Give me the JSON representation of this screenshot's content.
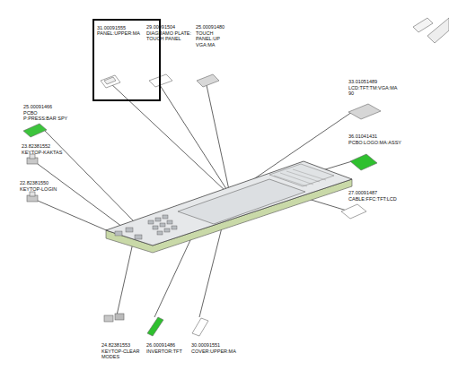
{
  "diagram": {
    "nodes": [
      {
        "text": [
          "31.00091555",
          "PANEL:UPPER:MA"
        ]
      }
    ],
    "labels": [
      "29.00091504",
      "DIAGRAMO PLATE: TOUCH PANEL",
      "25.00091480",
      "TOUCH PANEL:UP VGA:MA",
      "25.00091466",
      "PCBO P:PRESS:BAR SPY",
      "23.82381552",
      "KEYTOP-KAKTAS",
      "22.82381550",
      "KEYTOP-LOGIN",
      "33.01051489",
      "LCD:TFT:TM:VGA:MA 90",
      "36.01041431",
      "PCBO:LOGO:MA:ASSY",
      "27.00091487",
      "CABLE:FFC:TFT:LCD",
      "24.82381553",
      "KEYTOP-CLEAR MODES",
      "26.00091486",
      "INVERTOR:TFT",
      "30.00091551",
      "COVER:UPPER:MA"
    ]
  }
}
